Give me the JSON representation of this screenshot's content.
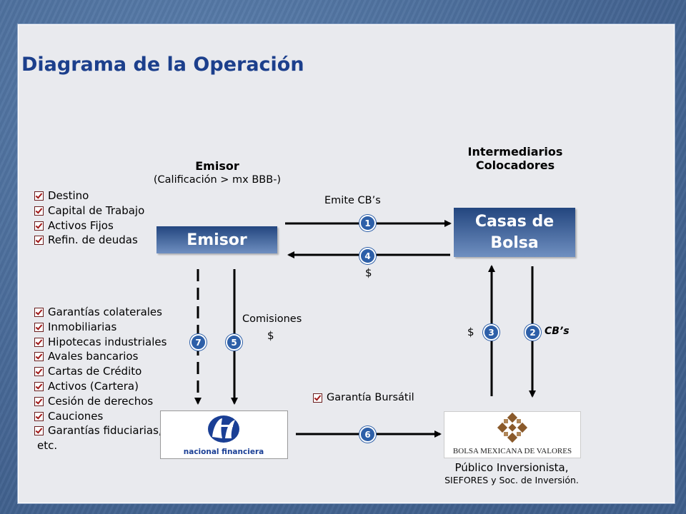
{
  "title": "Diagrama de la Operación",
  "emisor_heading": "Emisor",
  "emisor_subheading": "(Calificación > mx BBB-)",
  "intermediarios_heading": [
    "Intermediarios",
    "Colocadores"
  ],
  "emisor_box": "Emisor",
  "casas_box": [
    "Casas de",
    "Bolsa"
  ],
  "emisor_uses": [
    "Destino",
    "Capital de Trabajo",
    "Activos Fijos",
    "Refin. de deudas"
  ],
  "garantias": [
    "Garantías colaterales",
    "Inmobiliarias",
    "Hipotecas industriales",
    "Avales bancarios",
    "Cartas de Crédito",
    "Activos (Cartera)",
    "Cesión de derechos",
    "Cauciones",
    "Garantías fiduciarias,"
  ],
  "garantias_tail": "etc.",
  "emite_label": "Emite  CB’s",
  "dollar_4": "$",
  "comisiones_label": "Comisiones",
  "comisiones_dollar": "$",
  "dollar_3": "$",
  "cbs_2": "CB’s",
  "garantia_bursatil": "Garantía Bursátil",
  "steps": {
    "s1": "1",
    "s2": "2",
    "s3": "3",
    "s4": "4",
    "s5": "5",
    "s6": "6",
    "s7": "7"
  },
  "nafin_logo_text": "nacional financiera",
  "bmv_logo_text": "BOLSA MEXICANA DE VALORES",
  "publico_line1": "Público Inversionista,",
  "publico_line2": "SIEFORES y  Soc. de Inversión.",
  "colors": {
    "title": "#1c3f8c",
    "badge": "#2d5fa8",
    "box_top": "#23467f",
    "box_bottom": "#6f8fc0",
    "bmv_brown": "#8a5a2b"
  }
}
